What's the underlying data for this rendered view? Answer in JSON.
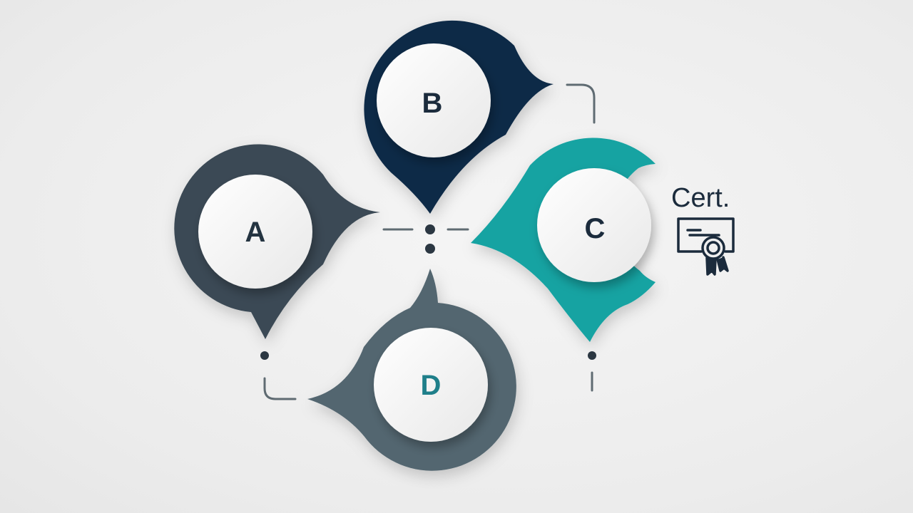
{
  "nodes": [
    {
      "id": "A",
      "label": "A",
      "ring_color": "#3b4a54",
      "label_color": "#243441"
    },
    {
      "id": "B",
      "label": "B",
      "ring_color": "#0f2a47",
      "label_color": "#1b2b3c"
    },
    {
      "id": "C",
      "label": "C",
      "ring_color": "#14a3a2",
      "label_color": "#1b2b3c"
    },
    {
      "id": "D",
      "label": "D",
      "ring_color": "#536670",
      "label_color": "#1f7f8a"
    }
  ],
  "certificate": {
    "label": "Cert.",
    "icon": "certificate-ribbon-icon",
    "color": "#1b2b3c"
  },
  "colors": {
    "connector": "#5f6b72",
    "dot": "#2b3742",
    "disc_fill": "#f4f4f4"
  }
}
